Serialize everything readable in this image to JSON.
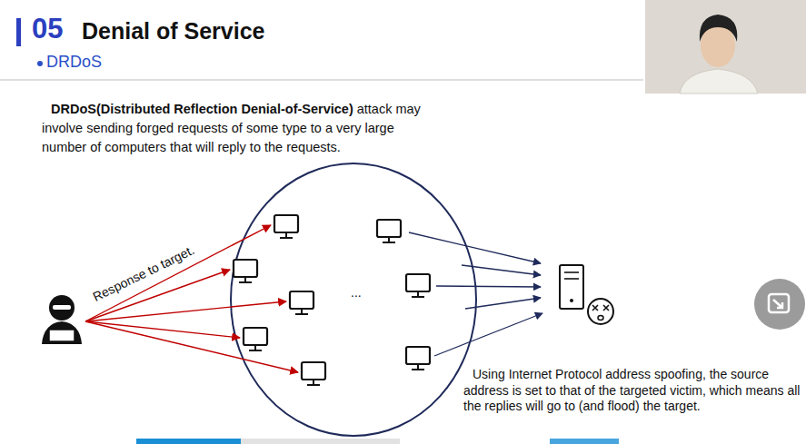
{
  "diagram": {
    "title": "Denial of Service",
    "labels": [
      "05",
      "DRDoS",
      "DRDoS(Distributed Reflection Denial-of-Service)",
      "attack may involve sending forged requests of some type to a very large number of computers that will reply to the requests.",
      "Response to target.",
      "...",
      "Using Internet Protocol address spoofing, the source address is set to that of the targeted victim, which means all the replies will go to (and flood) the target."
    ]
  }
}
